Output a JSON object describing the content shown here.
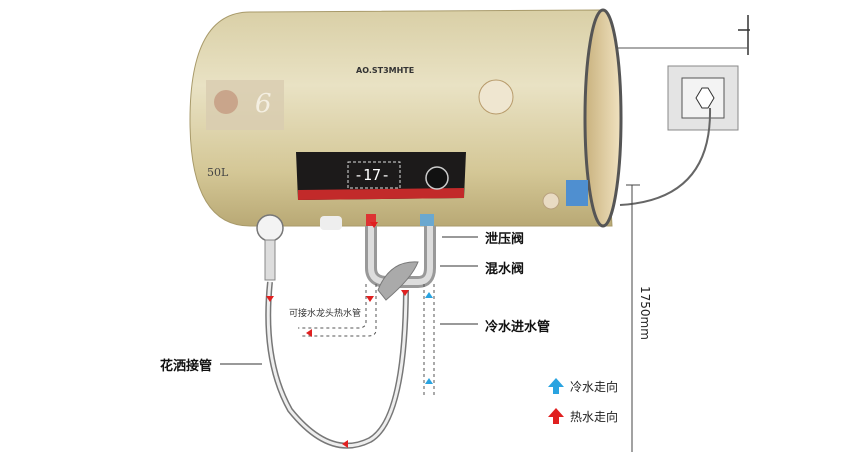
{
  "heater": {
    "brand": "AO.ST3MHTE",
    "capacity": "50L",
    "display": "-17-"
  },
  "labels": {
    "relief_valve": "泄压阀",
    "mixing_valve": "混水阀",
    "cold_inlet": "冷水进水管",
    "shower_hose": "花洒接管",
    "faucet_hot": "可接水龙头热水管"
  },
  "dimension": "1750mm",
  "legend": [
    {
      "label": "冷水走向",
      "color": "#29a3e0",
      "icon": "arrow-up-icon"
    },
    {
      "label": "热水走向",
      "color": "#e02020",
      "icon": "arrow-up-icon"
    }
  ]
}
